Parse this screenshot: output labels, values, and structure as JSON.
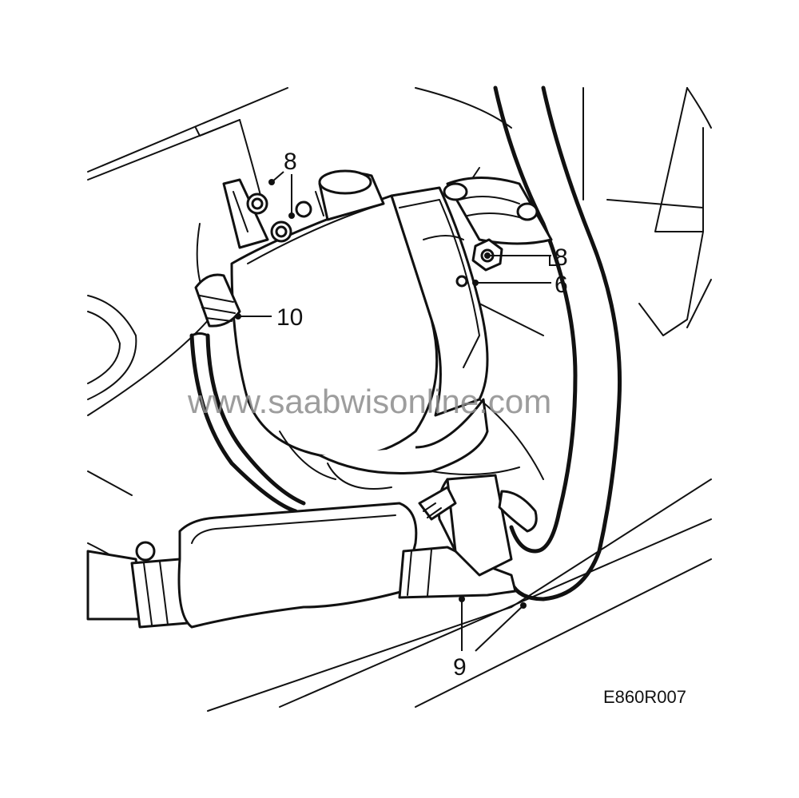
{
  "callouts": {
    "top_left_8": "8",
    "right_8": "8",
    "right_6": "6",
    "left_10": "10",
    "bottom_9": "9"
  },
  "figure_id": "E860R007",
  "watermark": "www.saabwisonline.com",
  "colors": {
    "line": "#111111",
    "background": "#ffffff",
    "watermark": "#8c8c8c"
  }
}
